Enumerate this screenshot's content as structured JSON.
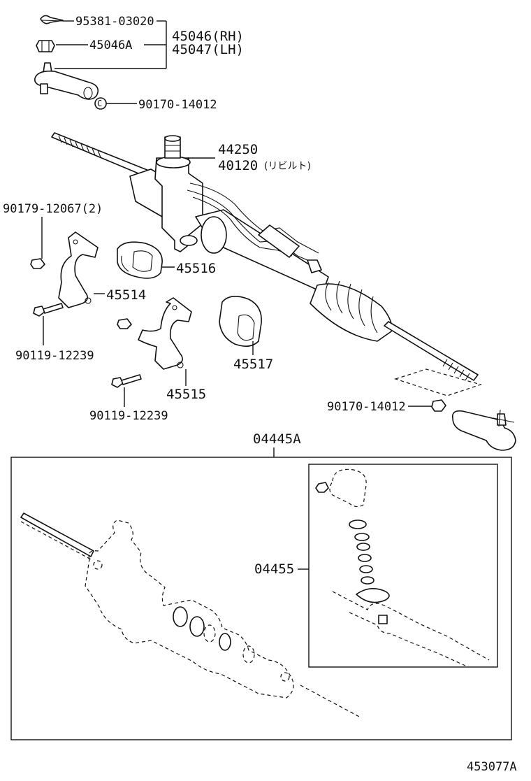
{
  "labels": {
    "cotter_pin": "95381-03020",
    "nut_45046a": "45046A",
    "tie_rod_end_rh": "45046(RH)",
    "tie_rod_end_lh": "45047(LH)",
    "lock_nut_top": "90170-14012",
    "gear_assy": "44250",
    "gear_rebuilt": "40120",
    "rebuilt_note": "(リビルト)",
    "bolt_2": "90179-12067(2)",
    "grommet_45516": "45516",
    "bracket_45514": "45514",
    "bolt_left": "90119-12239",
    "grommet_45517": "45517",
    "bracket_45515": "45515",
    "bolt_bottom": "90119-12239",
    "lock_nut_right": "90170-14012",
    "kit_04445a": "04445A",
    "kit_04455": "04455",
    "diagram_code": "453077A"
  }
}
